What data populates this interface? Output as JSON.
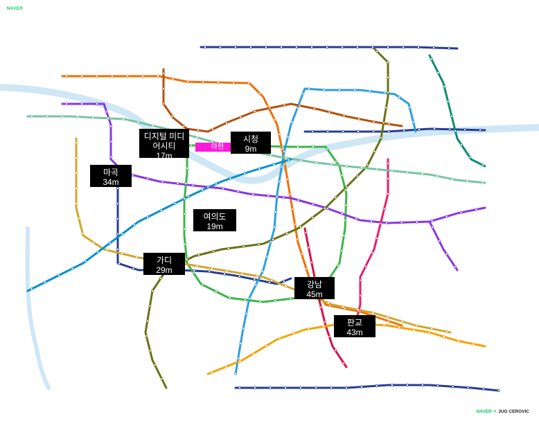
{
  "branding": {
    "top_left": "NAVER",
    "bottom_right_naver": "NAVER",
    "bottom_right_sep": "✕",
    "bottom_right_partner": "JUG CEROVIC"
  },
  "origin": {
    "name": "아현",
    "color": "#ff1ad9"
  },
  "commute_labels": [
    {
      "name": "디지털 미디어시티",
      "time": "17m"
    },
    {
      "name": "시청",
      "time": "9m"
    },
    {
      "name": "마곡",
      "time": "34m"
    },
    {
      "name": "여의도",
      "time": "19m"
    },
    {
      "name": "가디",
      "time": "29m"
    },
    {
      "name": "강남",
      "time": "45m"
    },
    {
      "name": "판교",
      "time": "43m"
    }
  ],
  "colors": {
    "river": "#cfe6f5",
    "line1": "#263c96",
    "line2": "#3cb44a",
    "line3": "#f06e00",
    "line4": "#2c9ede",
    "line5": "#8936e0",
    "line6": "#b5500b",
    "line7": "#697215",
    "line8": "#e51e6e",
    "line9": "#d1a62c",
    "gyeongui": "#77c4a3",
    "airport": "#0090d2",
    "sinbundang": "#d31145",
    "suin": "#f5a200",
    "gyeongchun": "#0c8e72"
  }
}
